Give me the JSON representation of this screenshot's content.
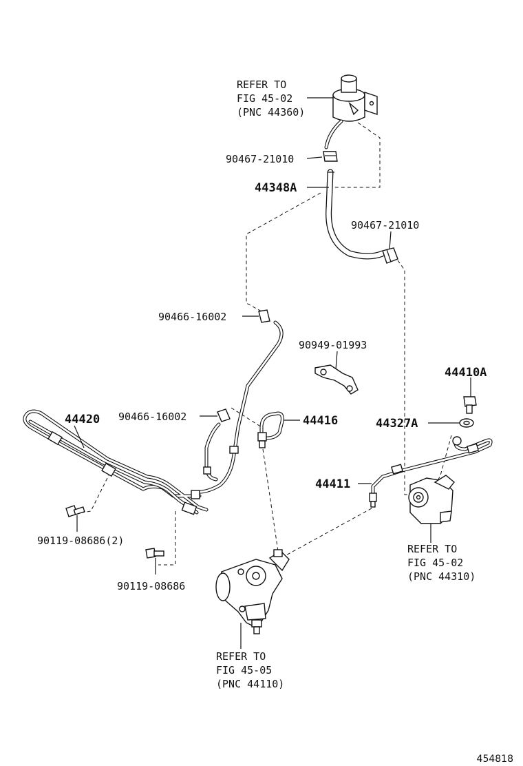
{
  "labels": {
    "reservoir_ref": [
      "REFER TO",
      "FIG 45-02",
      "(PNC 44360)"
    ],
    "clamp_upper": "90467-21010",
    "hose_44348a": "44348A",
    "clamp_right": "90467-21010",
    "clamp_return_upper": "90466-16002",
    "bracket_90949": "90949-01993",
    "bolt_44410a": "44410A",
    "tube_44420": "44420",
    "clamp_return_lower": "90466-16002",
    "tube_44416": "44416",
    "gasket_44327a": "44327A",
    "tube_44411": "44411",
    "bolt_left": "90119-08686(2)",
    "bolt_lower": "90119-08686",
    "pump_ref": [
      "REFER TO",
      "FIG 45-02",
      "(PNC 44310)"
    ],
    "gear_ref": [
      "REFER TO",
      "FIG 45-05",
      "(PNC 44110)"
    ],
    "diagram_id": "454818"
  },
  "icons": {
    "reservoir": "oil-reservoir-icon",
    "pump": "vane-pump-icon",
    "gear": "steering-gear-box-icon",
    "clamp": "hose-clamp-icon",
    "bolt": "bolt-icon",
    "bracket": "clamp-bracket-icon",
    "gasket": "gasket-icon"
  }
}
